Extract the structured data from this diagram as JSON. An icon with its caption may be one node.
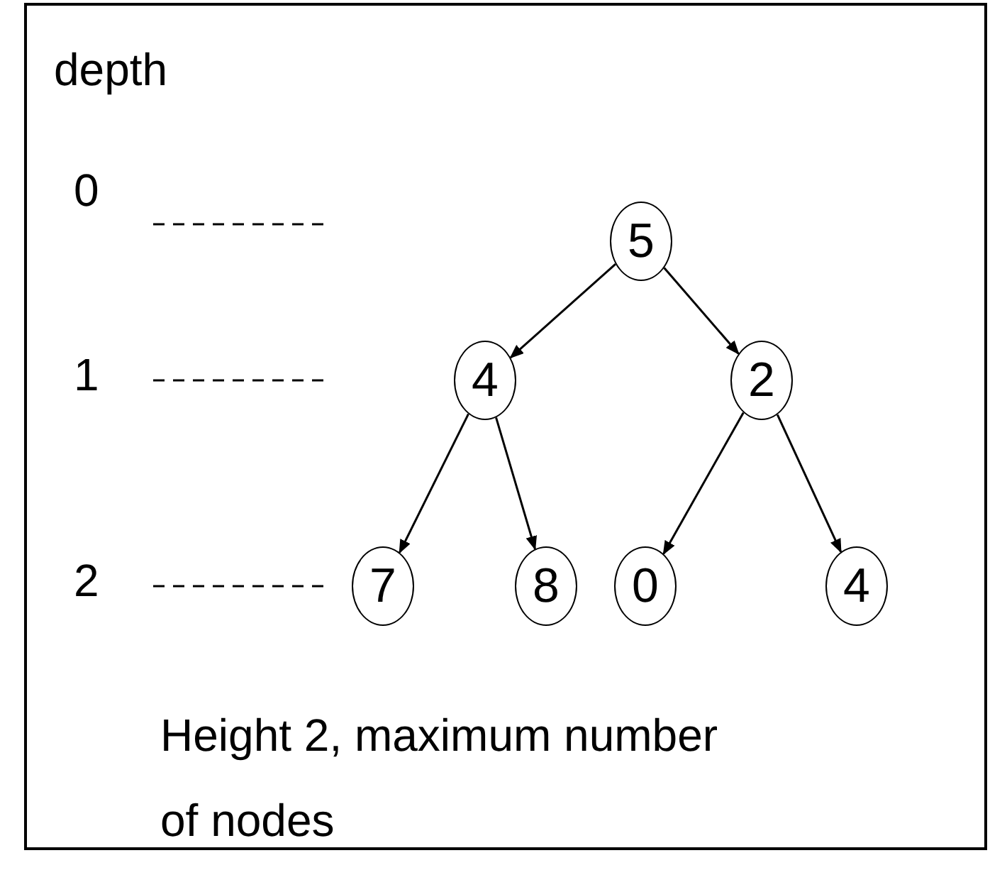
{
  "diagram": {
    "nodes": [
      {
        "text": [
          "5"
        ]
      },
      {
        "text": [
          "4"
        ]
      },
      {
        "text": [
          "2"
        ]
      },
      {
        "text": [
          "7"
        ]
      },
      {
        "text": [
          "8"
        ]
      },
      {
        "text": [
          "0"
        ]
      },
      {
        "text": [
          "4"
        ]
      }
    ],
    "edges": [
      {
        "from": 0,
        "to": 1,
        "arrow": "to"
      },
      {
        "from": 0,
        "to": 2,
        "arrow": "to"
      },
      {
        "from": 1,
        "to": 3,
        "arrow": "to"
      },
      {
        "from": 1,
        "to": 4,
        "arrow": "to"
      },
      {
        "from": 2,
        "to": 5,
        "arrow": "to"
      },
      {
        "from": 2,
        "to": 6,
        "arrow": "to"
      }
    ],
    "labels": [
      "depth",
      "0",
      "1",
      "2",
      "Height 2, maximum number of nodes"
    ]
  }
}
